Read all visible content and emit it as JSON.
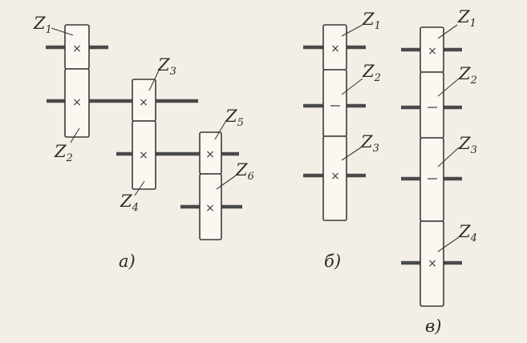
{
  "panels": {
    "a": {
      "caption": "a)",
      "labels": {
        "z1": {
          "letter": "Z",
          "index": "1"
        },
        "z2": {
          "letter": "Z",
          "index": "2"
        },
        "z3": {
          "letter": "Z",
          "index": "3"
        },
        "z4": {
          "letter": "Z",
          "index": "4"
        },
        "z5": {
          "letter": "Z",
          "index": "5"
        },
        "z6": {
          "letter": "Z",
          "index": "6"
        }
      }
    },
    "b": {
      "caption": "б)",
      "labels": {
        "z1": {
          "letter": "Z",
          "index": "1"
        },
        "z2": {
          "letter": "Z",
          "index": "2"
        },
        "z3": {
          "letter": "Z",
          "index": "3"
        }
      }
    },
    "v": {
      "caption": "в)",
      "labels": {
        "z1": {
          "letter": "Z",
          "index": "1"
        },
        "z2": {
          "letter": "Z",
          "index": "2"
        },
        "z3": {
          "letter": "Z",
          "index": "3"
        },
        "z4": {
          "letter": "Z",
          "index": "4"
        }
      }
    }
  },
  "marks": {
    "cross": "×",
    "dash": "—"
  }
}
